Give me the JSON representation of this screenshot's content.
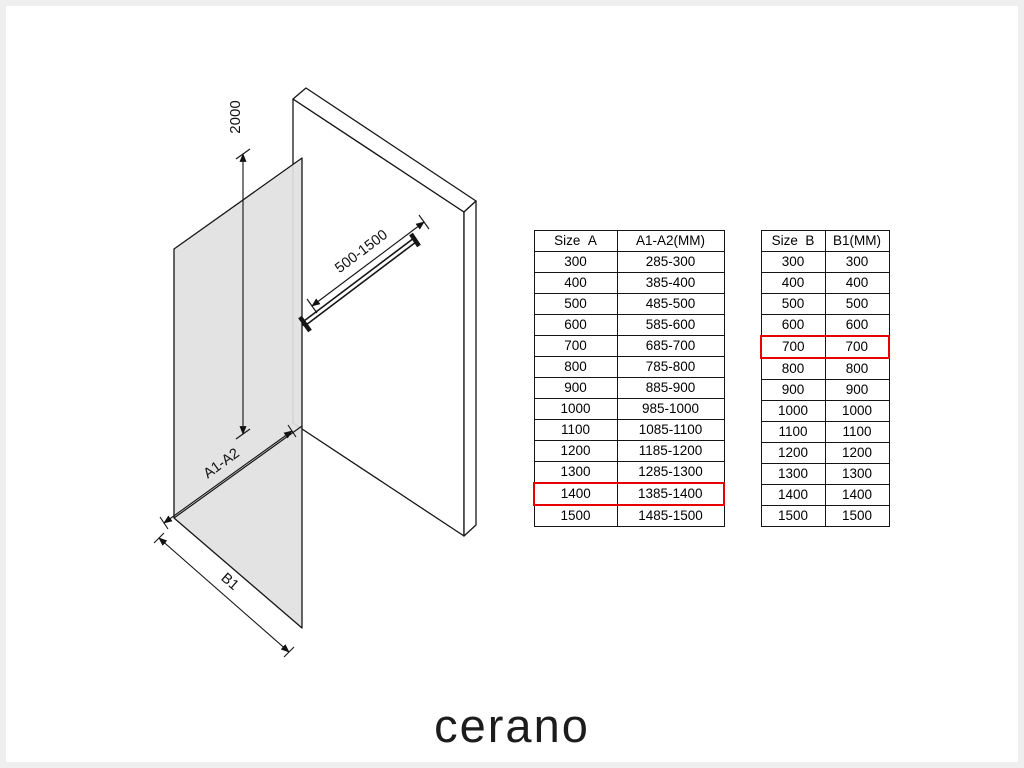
{
  "diagram": {
    "labels": {
      "height": "2000",
      "bar_range": "500-1500",
      "width": "A1-A2",
      "base": "B1"
    }
  },
  "table_a": {
    "headers": [
      "Size  A",
      "A1-A2(MM)"
    ],
    "rows": [
      [
        "300",
        "285-300"
      ],
      [
        "400",
        "385-400"
      ],
      [
        "500",
        "485-500"
      ],
      [
        "600",
        "585-600"
      ],
      [
        "700",
        "685-700"
      ],
      [
        "800",
        "785-800"
      ],
      [
        "900",
        "885-900"
      ],
      [
        "1000",
        "985-1000"
      ],
      [
        "1100",
        "1085-1100"
      ],
      [
        "1200",
        "1185-1200"
      ],
      [
        "1300",
        "1285-1300"
      ],
      [
        "1400",
        "1385-1400"
      ],
      [
        "1500",
        "1485-1500"
      ]
    ],
    "highlight_row": 11,
    "highlight_color": "#e60000"
  },
  "table_b": {
    "headers": [
      "Size  B",
      "B1(MM)"
    ],
    "rows": [
      [
        "300",
        "300"
      ],
      [
        "400",
        "400"
      ],
      [
        "500",
        "500"
      ],
      [
        "600",
        "600"
      ],
      [
        "700",
        "700"
      ],
      [
        "800",
        "800"
      ],
      [
        "900",
        "900"
      ],
      [
        "1000",
        "1000"
      ],
      [
        "1100",
        "1100"
      ],
      [
        "1200",
        "1200"
      ],
      [
        "1300",
        "1300"
      ],
      [
        "1400",
        "1400"
      ],
      [
        "1500",
        "1500"
      ]
    ],
    "highlight_row": 4,
    "highlight_color": "#e60000"
  },
  "brand": {
    "logo_text": "cerano"
  }
}
